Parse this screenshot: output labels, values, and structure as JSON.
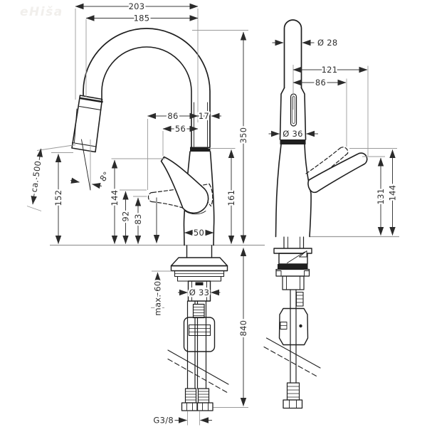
{
  "watermark": "eHiša",
  "front": {
    "w203": "203",
    "w185": "185",
    "h350": "350",
    "r86": "86",
    "r17": "17",
    "r56": "56",
    "hose": "ca. 500",
    "h152": "152",
    "angle": "8°",
    "h144": "144",
    "h92": "92",
    "h83": "83",
    "h161": "161",
    "w50": "50",
    "max60": "max. 60",
    "d33": "Ø 33",
    "h840": "840",
    "thread": "G3/8"
  },
  "side": {
    "d28": "Ø 28",
    "r121": "121",
    "r86": "86",
    "d36": "Ø 36",
    "h131": "131",
    "h144": "144"
  }
}
